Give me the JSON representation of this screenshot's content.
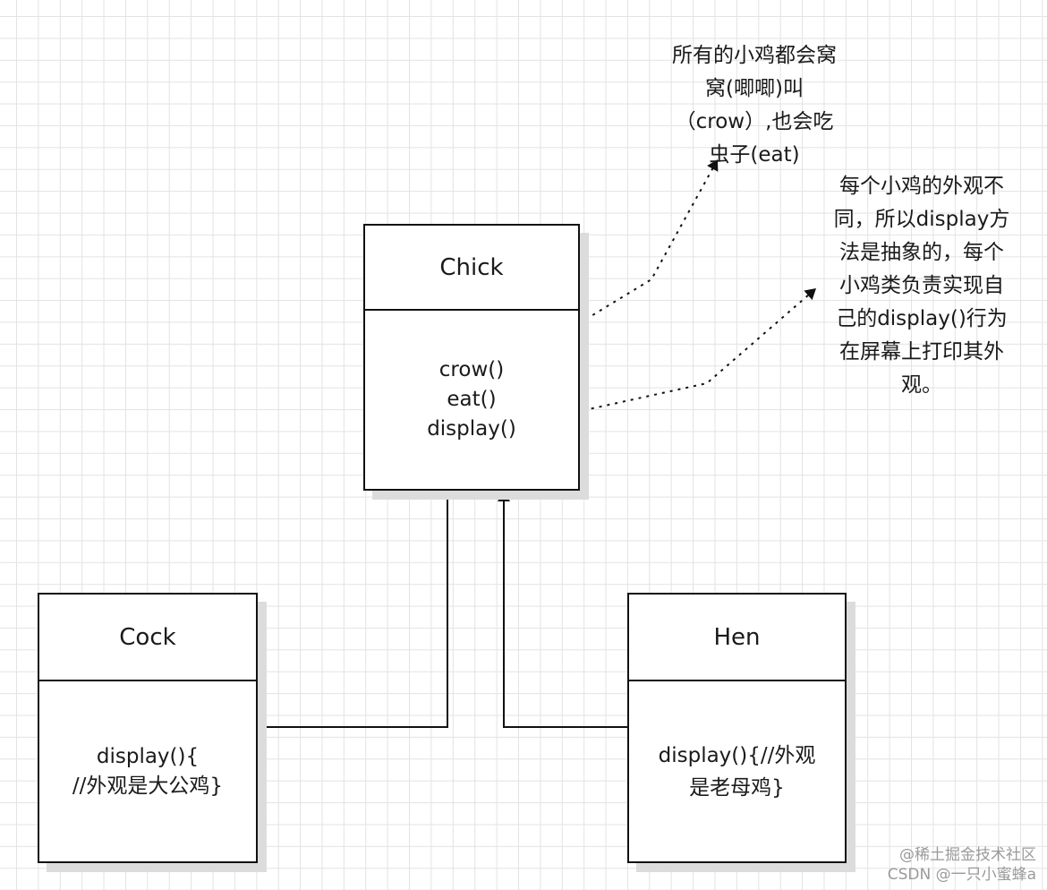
{
  "classes": {
    "chick": {
      "name": "Chick",
      "methods": [
        "crow()",
        "eat()",
        "display()"
      ]
    },
    "cock": {
      "name": "Cock",
      "body": [
        "display(){",
        "//外观是大公鸡}"
      ]
    },
    "hen": {
      "name": "Hen",
      "body": [
        "display(){//外观",
        "是老母鸡}"
      ]
    }
  },
  "notes": {
    "crow_eat": [
      "所有的小鸡都会窝",
      "窝(唧唧)叫",
      "（crow）,也会吃",
      "虫子(eat)"
    ],
    "display": [
      "每个小鸡的外观不",
      "同，所以display方",
      "法是抽象的，每个",
      "小鸡类负责实现自",
      "己的display()行为",
      "在屏幕上打印其外",
      "观。"
    ]
  },
  "watermark": [
    "@稀土掘金技术社区",
    "CSDN @一只小蜜蜂a"
  ],
  "colors": {
    "line": "#111111",
    "shadow": "#dcdcdc",
    "grid": "#e3e3e3"
  },
  "relations": [
    {
      "type": "inheritance",
      "from": "Cock",
      "to": "Chick"
    },
    {
      "type": "inheritance",
      "from": "Hen",
      "to": "Chick"
    },
    {
      "type": "annotation",
      "from": "crow()",
      "to": "crow_eat"
    },
    {
      "type": "annotation",
      "from": "display()",
      "to": "display"
    }
  ]
}
